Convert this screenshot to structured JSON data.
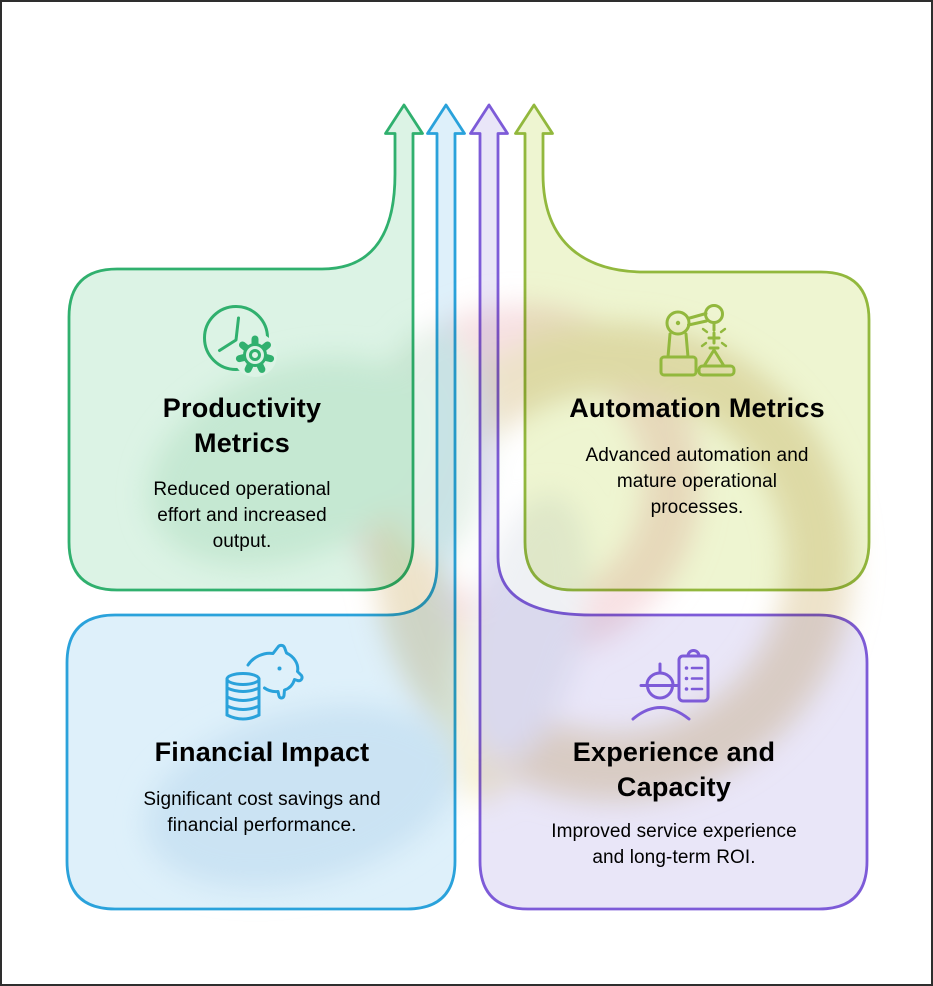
{
  "diagram": {
    "type": "flow-infographic",
    "cards": [
      {
        "id": "productivity",
        "title": "Productivity\nMetrics",
        "description": "Reduced operational\neffort and increased\noutput.",
        "icon": "clock-gear-icon",
        "accent_color": "#2fae6d",
        "fill_color": "#dcf3e5",
        "title_color": "#2fae6d",
        "description_color": "#4f8069"
      },
      {
        "id": "automation",
        "title": "Automation Metrics",
        "description": "Advanced automation and\nmature operational\nprocesses.",
        "icon": "robot-arm-icon",
        "accent_color": "#92b83d",
        "fill_color": "#eef5d1",
        "title_color": "#8cb43c",
        "description_color": "#7fa04b"
      },
      {
        "id": "financial",
        "title": "Financial Impact",
        "description": "Significant cost savings and\nfinancial performance.",
        "icon": "piggy-bank-icon",
        "accent_color": "#2aa2db",
        "fill_color": "#def0fa",
        "title_color": "#2aa2db",
        "description_color": "#43809f"
      },
      {
        "id": "experience",
        "title": "Experience and\nCapacity",
        "description": "Improved service experience\nand long-term ROI.",
        "icon": "worker-checklist-icon",
        "accent_color": "#7d5bd8",
        "fill_color": "#e9e6f8",
        "title_color": "#7a59d6",
        "description_color": "#6c5ecb"
      }
    ],
    "arrows": [
      {
        "id": "productivity-arrow",
        "direction": "up",
        "color": "#2fae6d"
      },
      {
        "id": "financial-arrow",
        "direction": "up",
        "color": "#2aa2db"
      },
      {
        "id": "experience-arrow",
        "direction": "up",
        "color": "#7d5bd8"
      },
      {
        "id": "automation-arrow",
        "direction": "up",
        "color": "#92b83d"
      }
    ]
  }
}
